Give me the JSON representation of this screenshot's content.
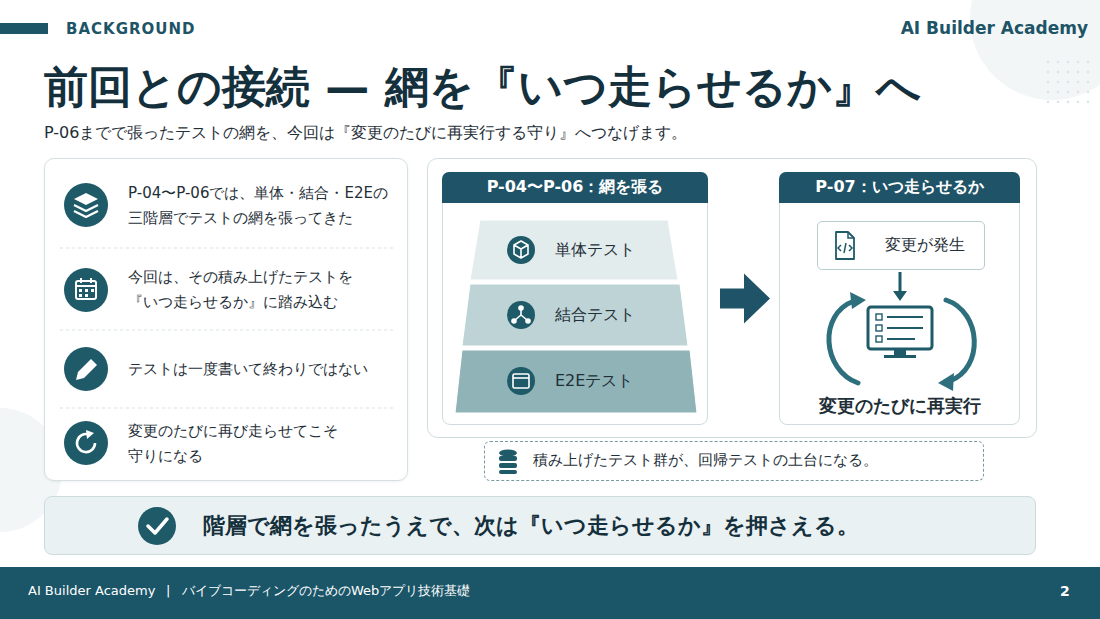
{
  "diagram": {
    "title": "前回との接続 — 網を『いつ走らせるか』へ",
    "nodes": [
      {
        "text": [
          "P-04〜P-06では、単体・結合・E2Eの 三階層でテストの網を張ってきた",
          "今回は、その積み上げたテストを 『いつ走らせるか』に踏み込む",
          "テストは一度書いて終わりではない",
          "変更のたびに再び走らせてこそ 守りになる"
        ]
      },
      {
        "text": [
          "P-04〜P-06：網を張る"
        ]
      },
      {
        "text": [
          "単体テスト"
        ],
        "in": 1
      },
      {
        "text": [
          "結合テスト"
        ],
        "in": 1
      },
      {
        "text": [
          "E2Eテスト"
        ],
        "in": 1
      },
      {
        "text": [
          "P-07：いつ走らせるか",
          "変更のたびに再実行"
        ]
      },
      {
        "text": [
          "変更が発生"
        ],
        "in": 5
      },
      {
        "text": [
          "積み上げたテスト群が、回帰テストの土台になる。"
        ]
      },
      {
        "text": [
          "階層で網を張ったうえで、次は『いつ走らせるか』を押さえる。"
        ]
      }
    ],
    "edges": [
      {
        "from": 1,
        "to": 5,
        "arrow": "to"
      }
    ],
    "labels": [
      "BACKGROUND",
      "AI Builder Academy",
      "P-06までで張ったテストの網を、今回は『変更のたびに再実行する守り』へつなげます。",
      "AI Builder Academy",
      "|",
      "バイブコーディングのためのWebアプリ技術基礎",
      "2"
    ]
  }
}
